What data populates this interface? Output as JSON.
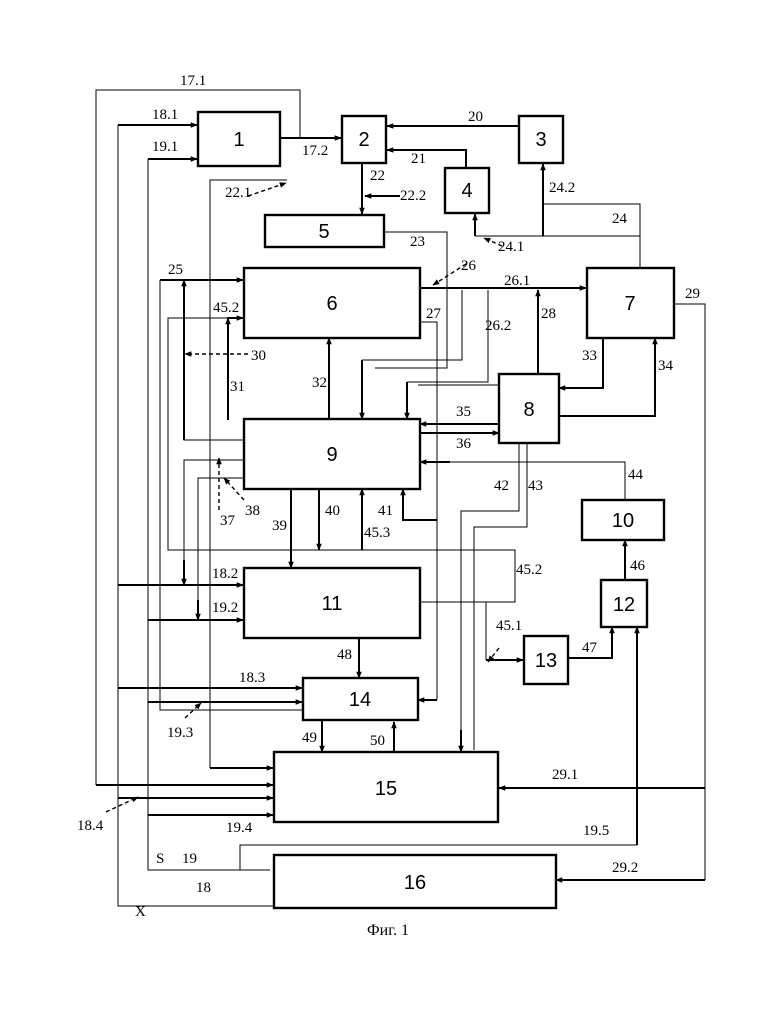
{
  "figure": {
    "caption": "Фиг. 1"
  },
  "blocks": [
    {
      "id": "b1",
      "label": "1"
    },
    {
      "id": "b2",
      "label": "2"
    },
    {
      "id": "b3",
      "label": "3"
    },
    {
      "id": "b4",
      "label": "4"
    },
    {
      "id": "b5",
      "label": "5"
    },
    {
      "id": "b6",
      "label": "6"
    },
    {
      "id": "b7",
      "label": "7"
    },
    {
      "id": "b8",
      "label": "8"
    },
    {
      "id": "b9",
      "label": "9"
    },
    {
      "id": "b10",
      "label": "10"
    },
    {
      "id": "b11",
      "label": "11"
    },
    {
      "id": "b12",
      "label": "12"
    },
    {
      "id": "b13",
      "label": "13"
    },
    {
      "id": "b14",
      "label": "14"
    },
    {
      "id": "b15",
      "label": "15"
    },
    {
      "id": "b16",
      "label": "16"
    }
  ],
  "links": {
    "l17_1": "17.1",
    "l18_1": "18.1",
    "l19_1": "19.1",
    "l17_2": "17.2",
    "l20": "20",
    "l21": "21",
    "l22": "22",
    "l22_1": "22.1",
    "l22_2": "22.2",
    "l23": "23",
    "l24": "24",
    "l24_1": "24.1",
    "l24_2": "24.2",
    "l25": "25",
    "l26": "26",
    "l26_1": "26.1",
    "l26_2": "26.2",
    "l27": "27",
    "l28": "28",
    "l29": "29",
    "l30": "30",
    "l31": "31",
    "l32": "32",
    "l33": "33",
    "l34": "34",
    "l35": "35",
    "l36": "36",
    "l37": "37",
    "l38": "38",
    "l39": "39",
    "l40": "40",
    "l41": "41",
    "l42": "42",
    "l43": "43",
    "l44": "44",
    "l45_2a": "45.2",
    "l45_2b": "45.2",
    "l45_3": "45.3",
    "l45_1": "45.1",
    "l46": "46",
    "l47": "47",
    "l48": "48",
    "l49": "49",
    "l50": "50",
    "l18_2": "18.2",
    "l19_2": "19.2",
    "l18_3": "18.3",
    "l19_3": "19.3",
    "l18_4": "18.4",
    "l19_4": "19.4",
    "l19_5": "19.5",
    "l29_1": "29.1",
    "l29_2": "29.2",
    "lS": "S",
    "l19": "19",
    "l18": "18",
    "lX": "X"
  }
}
